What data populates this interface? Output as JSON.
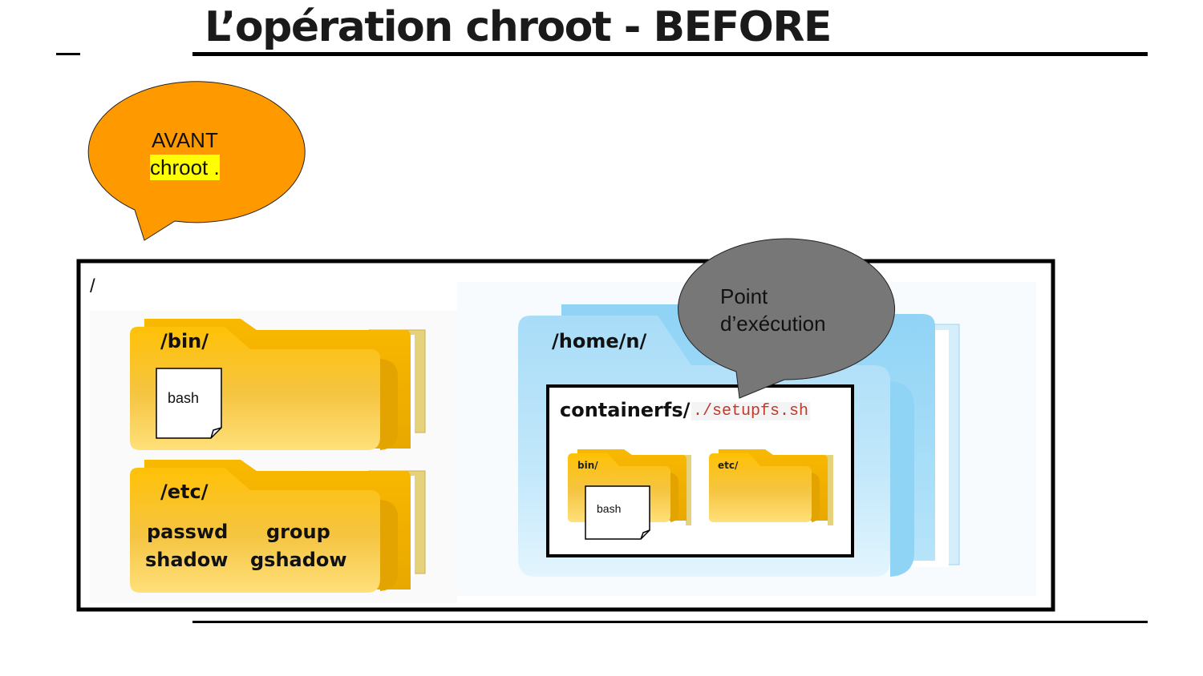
{
  "title": "L’opération chroot - BEFORE",
  "bubble_avant": {
    "line1": "AVANT",
    "line2": "chroot .",
    "color": "#ff9900"
  },
  "bubble_point": {
    "line1": "Point",
    "line2": "d’exécution",
    "color": "#777777"
  },
  "root": {
    "label": "/"
  },
  "bin_folder": {
    "title": "/bin/",
    "file": "bash"
  },
  "etc_folder": {
    "title": "/etc/",
    "files": [
      "passwd",
      "group",
      "shadow",
      "gshadow"
    ]
  },
  "home_folder": {
    "title": "/home/n/"
  },
  "container": {
    "title": "containerfs/",
    "command": "./setupfs.sh",
    "bin_title": "bin/",
    "bin_file": "bash",
    "etc_title": "etc/"
  },
  "colors": {
    "folder_yellow": "#ffc107",
    "folder_blue": "#b3e5fc"
  }
}
